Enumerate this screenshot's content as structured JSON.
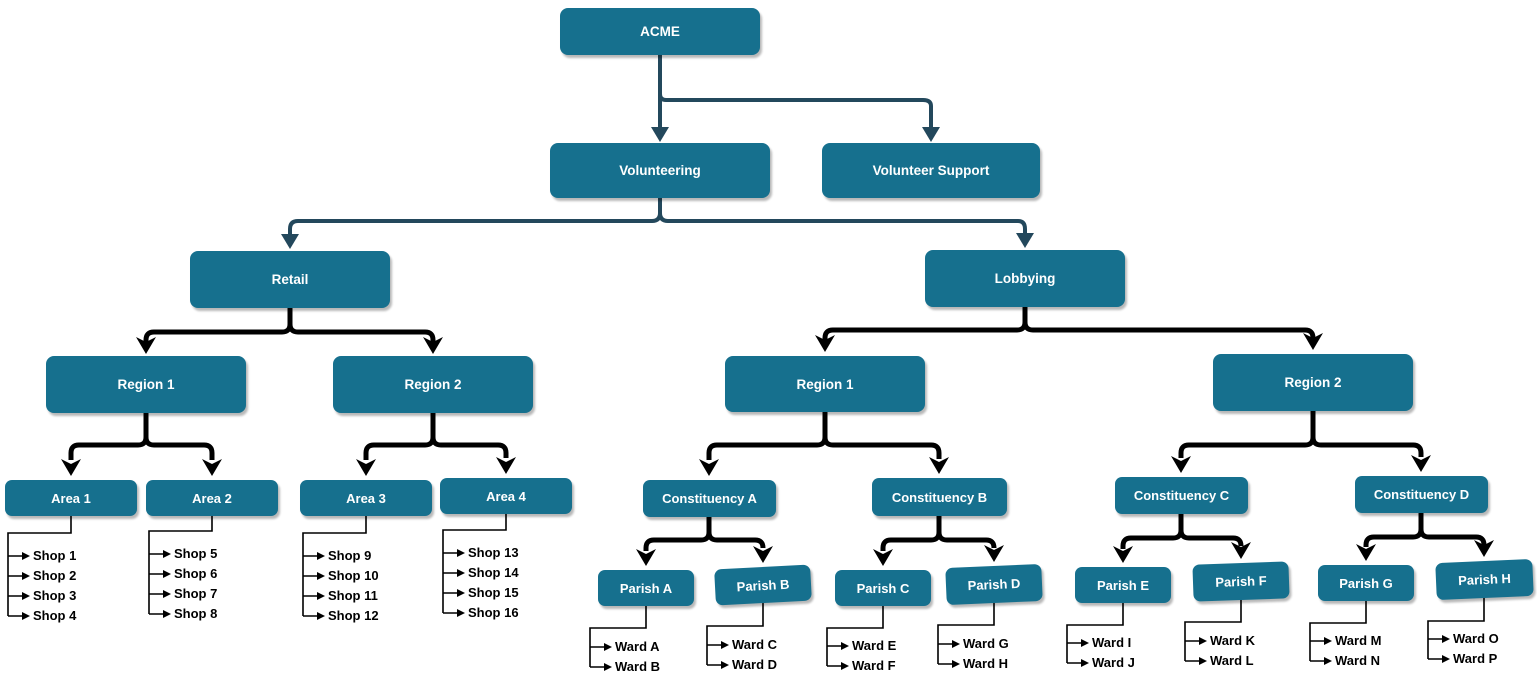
{
  "diagram": {
    "type": "org-chart",
    "colors": {
      "background": "#FFFFFF",
      "node_fill": "#16708E",
      "node_text": "#FFFFFF",
      "connector_primary": "#23485C",
      "connector_secondary": "#000000",
      "leaf_text": "#000000"
    },
    "nodes": {
      "acme": "ACME",
      "volunteering": "Volunteering",
      "volunteer_support": "Volunteer Support",
      "retail": "Retail",
      "lobbying": "Lobbying",
      "retail_region_1": "Region 1",
      "retail_region_2": "Region 2",
      "lobbying_region_1": "Region 1",
      "lobbying_region_2": "Region 2",
      "area_1": "Area 1",
      "area_2": "Area 2",
      "area_3": "Area 3",
      "area_4": "Area 4",
      "constituency_a": "Constituency A",
      "constituency_b": "Constituency B",
      "constituency_c": "Constituency C",
      "constituency_d": "Constituency D",
      "parish_a": "Parish A",
      "parish_b": "Parish B",
      "parish_c": "Parish C",
      "parish_d": "Parish D",
      "parish_e": "Parish E",
      "parish_f": "Parish F",
      "parish_g": "Parish G",
      "parish_h": "Parish H"
    },
    "shops": {
      "area_1": [
        "Shop 1",
        "Shop 2",
        "Shop 3",
        "Shop 4"
      ],
      "area_2": [
        "Shop 5",
        "Shop 6",
        "Shop 7",
        "Shop 8"
      ],
      "area_3": [
        "Shop 9",
        "Shop 10",
        "Shop 11",
        "Shop 12"
      ],
      "area_4": [
        "Shop 13",
        "Shop 14",
        "Shop 15",
        "Shop 16"
      ]
    },
    "wards": {
      "parish_a": [
        "Ward A",
        "Ward B"
      ],
      "parish_b": [
        "Ward C",
        "Ward D"
      ],
      "parish_c": [
        "Ward E",
        "Ward F"
      ],
      "parish_d": [
        "Ward G",
        "Ward H"
      ],
      "parish_e": [
        "Ward I",
        "Ward J"
      ],
      "parish_f": [
        "Ward K",
        "Ward L"
      ],
      "parish_g": [
        "Ward M",
        "Ward N"
      ],
      "parish_h": [
        "Ward O",
        "Ward P"
      ]
    }
  }
}
